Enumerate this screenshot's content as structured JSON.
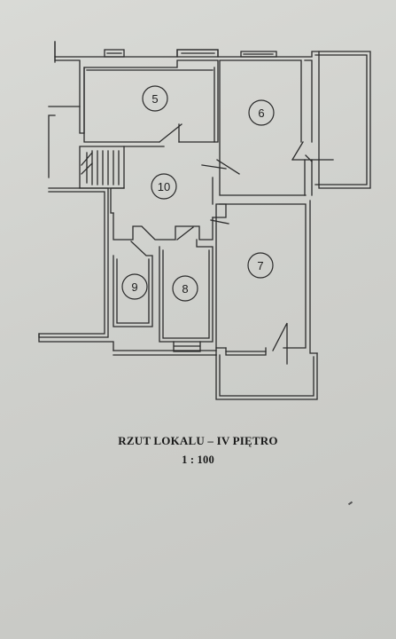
{
  "caption": {
    "title": "RZUT LOKALU – IV PIĘTRO",
    "scale": "1 : 100"
  },
  "rooms": [
    {
      "id": "room-5",
      "label": "5"
    },
    {
      "id": "room-6",
      "label": "6"
    },
    {
      "id": "room-10",
      "label": "10"
    },
    {
      "id": "room-7",
      "label": "7"
    },
    {
      "id": "room-9",
      "label": "9"
    },
    {
      "id": "room-8",
      "label": "8"
    }
  ],
  "colors": {
    "line": "#2b2b2b",
    "paper": "#d4d5d1"
  }
}
